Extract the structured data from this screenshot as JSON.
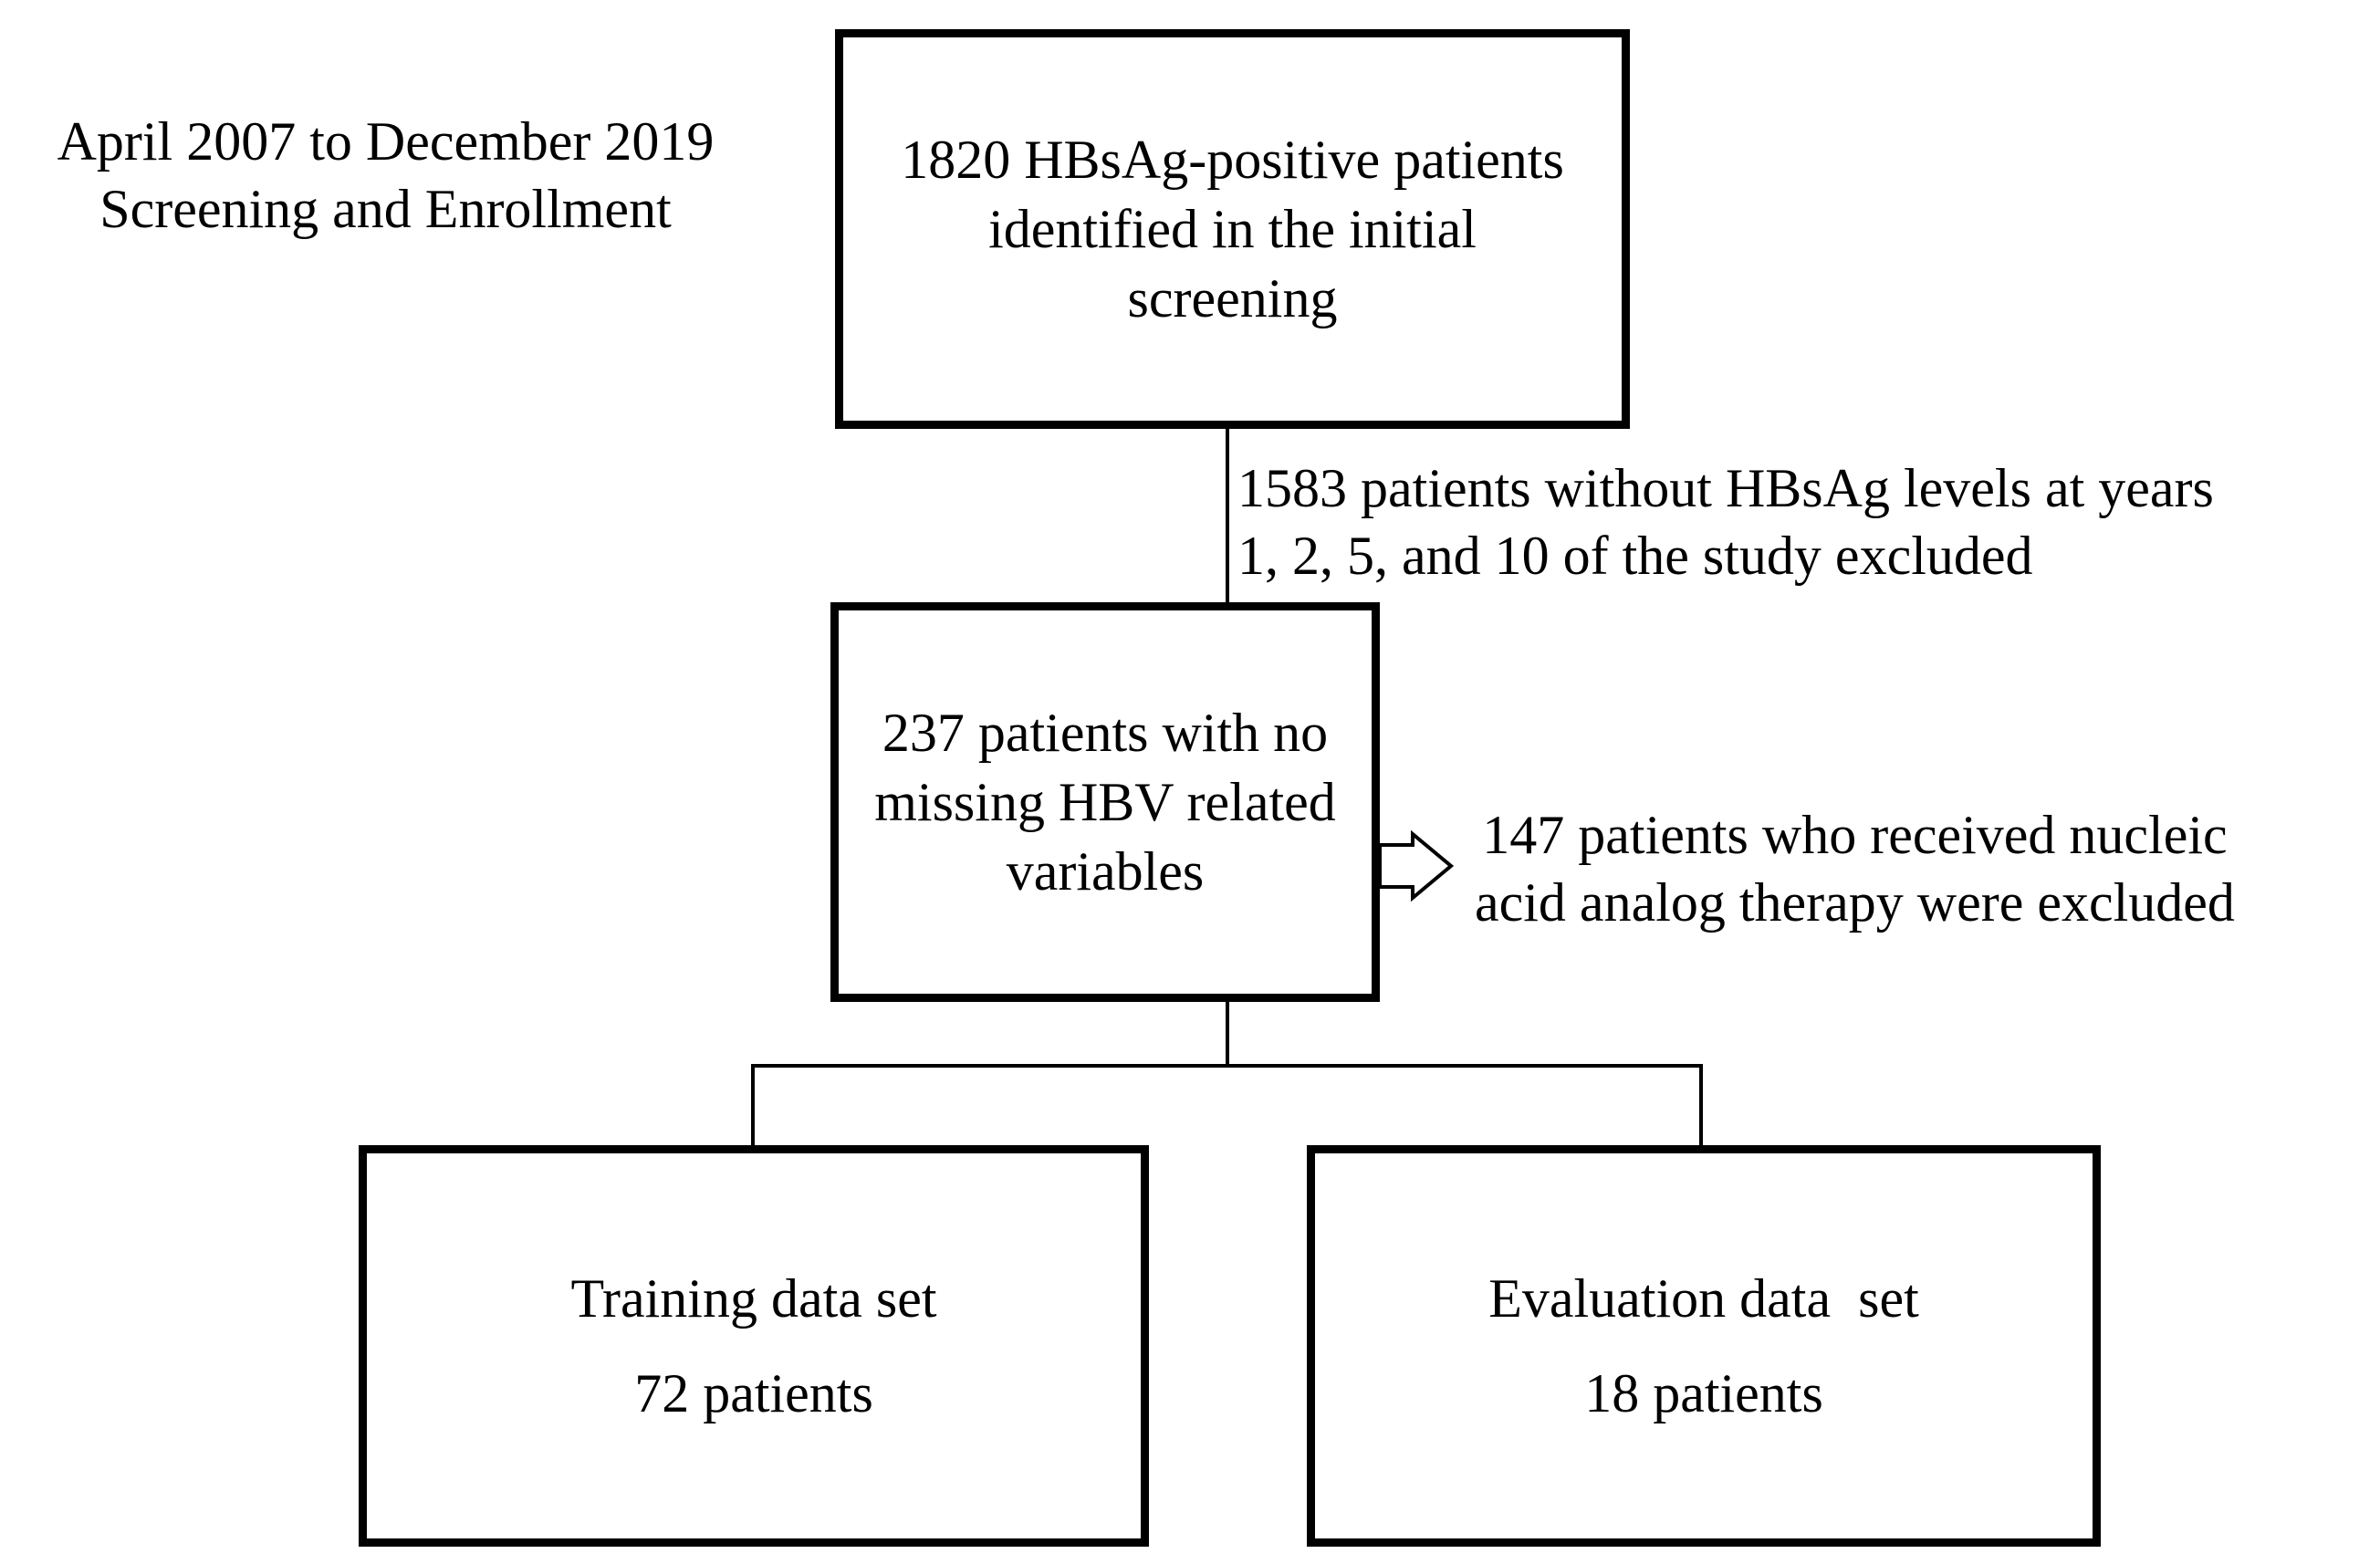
{
  "period": {
    "line1": "April 2007 to December 2019",
    "line2": "Screening and Enrollment"
  },
  "screening_box": {
    "line1": "1820 HBsAg-positive patients",
    "line2": "identified in the initial",
    "line3": "screening"
  },
  "exclusion_1": {
    "line1": "1583 patients without HBsAg levels at years",
    "line2": "1, 2, 5, and 10 of the study excluded"
  },
  "included_box": {
    "line1": "237 patients with no",
    "line2": "missing HBV related",
    "line3": "variables"
  },
  "exclusion_2": {
    "line1": "147 patients who received nucleic",
    "line2": "acid analog therapy were excluded"
  },
  "training_box": {
    "title": "Training data set",
    "count": "72 patients"
  },
  "evaluation_box": {
    "title": "Evaluation data  set",
    "count": "18 patients"
  }
}
